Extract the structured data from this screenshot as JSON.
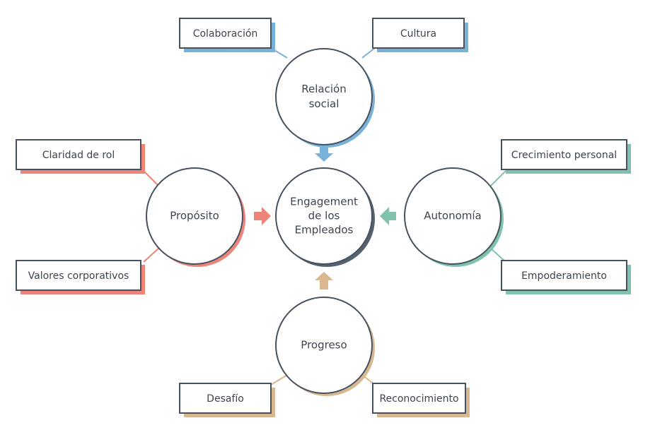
{
  "center": {
    "lines": [
      "Engagement",
      "de los",
      "Empleados"
    ]
  },
  "colors": {
    "blue": "#7ab3d9",
    "red": "#ee8378",
    "green": "#7fc3ae",
    "tan": "#d9b88f",
    "stroke": "#465260"
  },
  "drivers": [
    {
      "id": "relacion",
      "color": "blue",
      "lines": [
        "Relación",
        "social"
      ],
      "boxes": [
        "Colaboración",
        "Cultura"
      ]
    },
    {
      "id": "proposito",
      "color": "red",
      "lines": [
        "Propósito"
      ],
      "boxes": [
        "Claridad de rol",
        "Valores corporativos"
      ]
    },
    {
      "id": "autonomia",
      "color": "green",
      "lines": [
        "Autonomía"
      ],
      "boxes": [
        "Crecimiento personal",
        "Empoderamiento"
      ]
    },
    {
      "id": "progreso",
      "color": "tan",
      "lines": [
        "Progreso"
      ],
      "boxes": [
        "Desafío",
        "Reconocimiento"
      ]
    }
  ]
}
